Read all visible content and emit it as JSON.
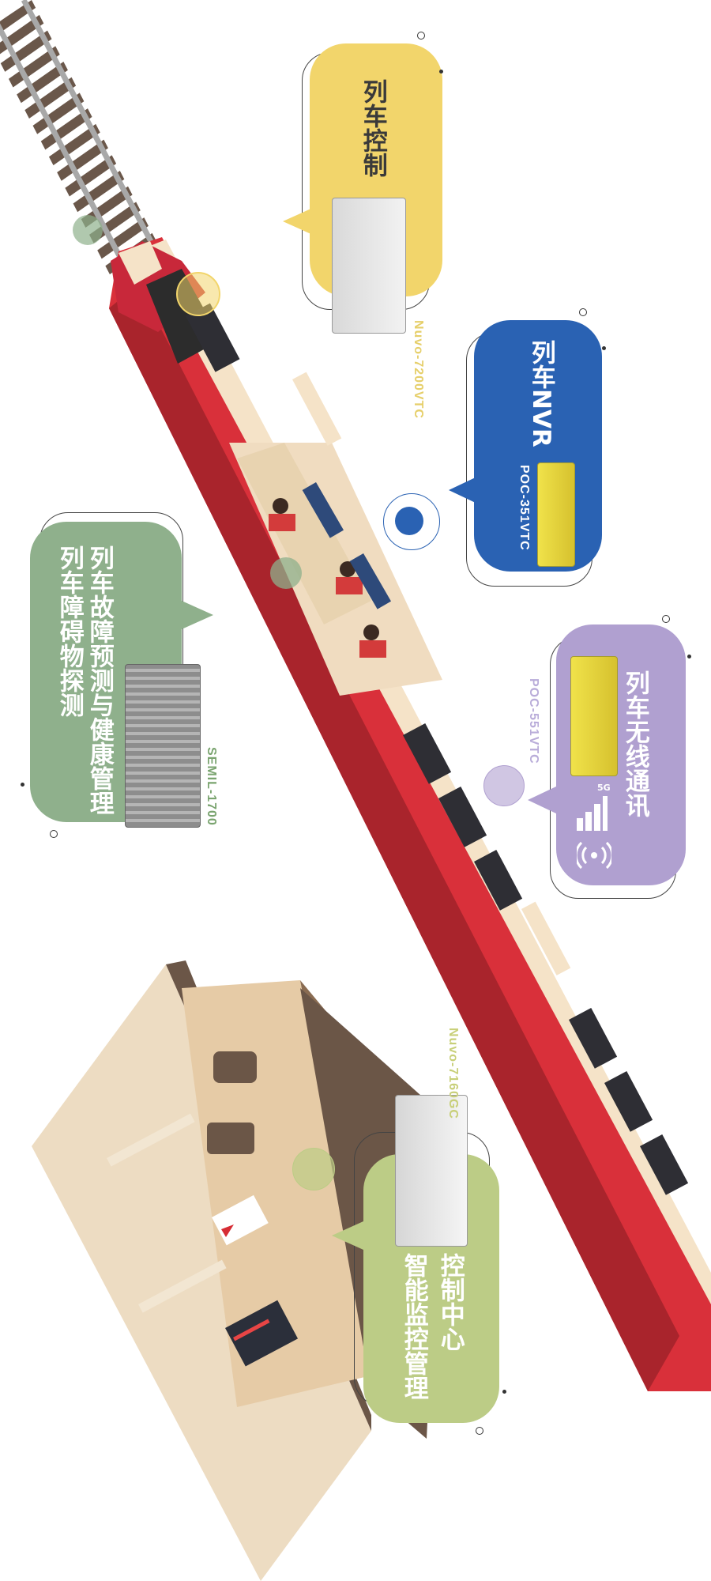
{
  "colors": {
    "yellow_bubble": "#f2d56b",
    "blue_bubble": "#2a62b3",
    "purple_bubble": "#b0a0d0",
    "green_bubble": "#8fb08c",
    "lime_bubble": "#bccc86",
    "train_red": "#d9303a",
    "train_cream": "#f5e3c8",
    "rail_grey": "#9a9a9a",
    "sleeper_brown": "#6a574a",
    "station_brown": "#6b5647",
    "platform_beige": "#eddcc2"
  },
  "callouts": {
    "train_control": {
      "title": "列车控制",
      "model": "Nuvo-7200VTC",
      "device_icon": "embedded-computer-icon"
    },
    "train_nvr": {
      "title": "列车NVR",
      "model": "POC-351VTC",
      "device_icon": "rugged-pc-icon"
    },
    "train_wireless": {
      "title": "列车无线通讯",
      "model": "POC-551VTC",
      "badge": "5G",
      "device_icon": "rugged-pc-icon",
      "signal_icon": "signal-bars-icon",
      "wireless_icon": "wifi-waves-icon"
    },
    "train_fault": {
      "title_line1": "列车故障预测与健康管理",
      "title_line2": "列车障碍物探测",
      "model": "SEMIL-1700",
      "device_icon": "fanless-rugged-computer-icon"
    },
    "control_center": {
      "title_line1": "控制中心",
      "title_line2": "智能监控管理",
      "model": "Nuvo-7160GC",
      "device_icon": "gpu-computer-icon"
    }
  }
}
